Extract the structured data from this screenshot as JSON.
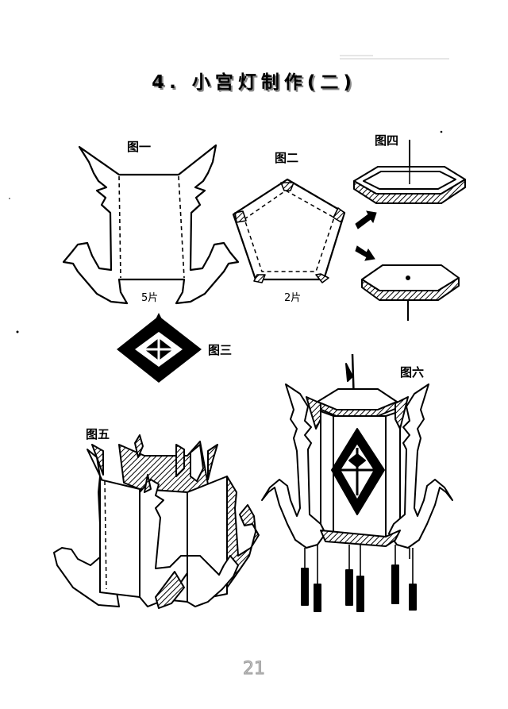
{
  "title": "4. 小宫灯制作(二)",
  "figures": {
    "fig1": {
      "label": "图一",
      "count": "5片"
    },
    "fig2": {
      "label": "图二",
      "count": "2片"
    },
    "fig3": {
      "label": "图三"
    },
    "fig4": {
      "label": "图四"
    },
    "fig5": {
      "label": "图五"
    },
    "fig6": {
      "label": "图六"
    }
  },
  "page_number": "21"
}
